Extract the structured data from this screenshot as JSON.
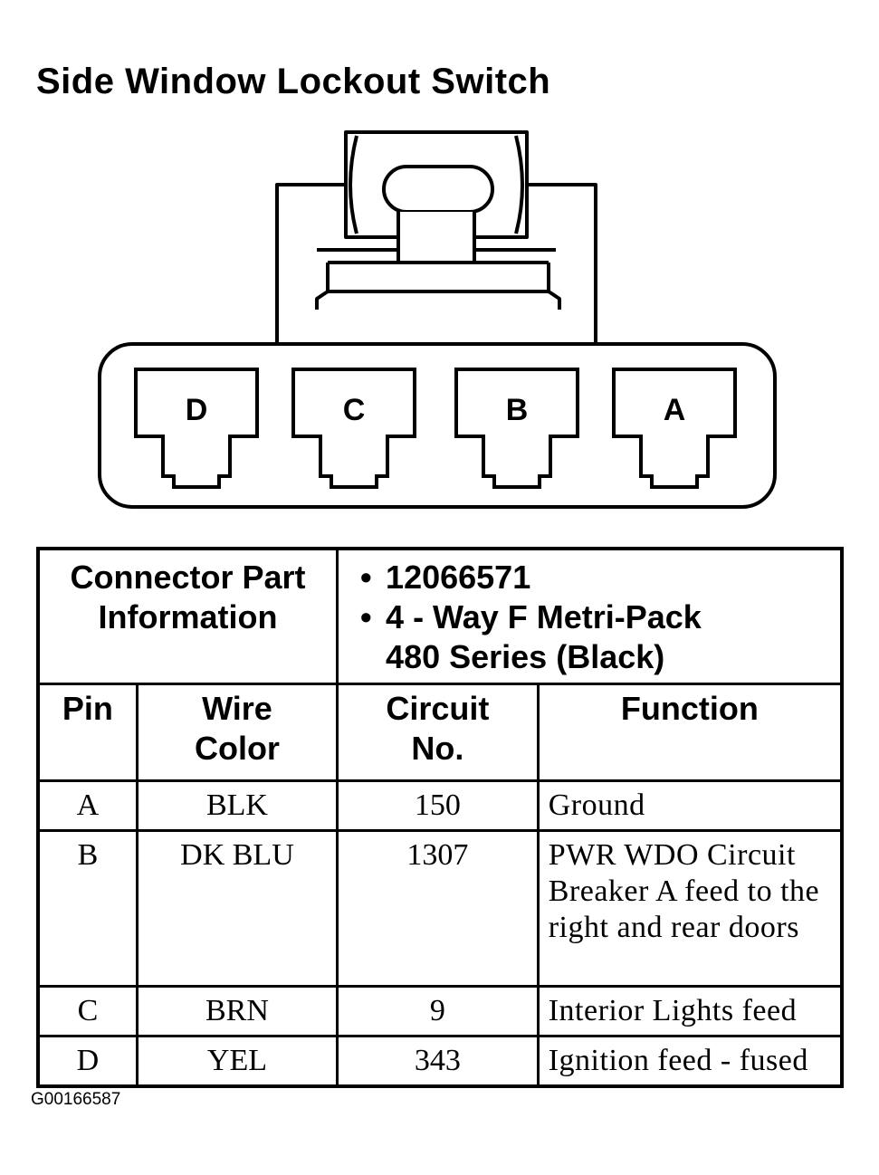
{
  "title": "Side Window Lockout Switch",
  "connector": {
    "cavities": [
      {
        "label": "D"
      },
      {
        "label": "C"
      },
      {
        "label": "B"
      },
      {
        "label": "A"
      }
    ]
  },
  "table": {
    "part_info_label": "Connector Part Information",
    "part_info_lines": [
      "12066571",
      "4 - Way F Metri-Pack",
      "480 Series (Black)"
    ],
    "headers": {
      "pin": "Pin",
      "wire_color": "Wire Color",
      "circuit_no": "Circuit No.",
      "function": "Function"
    },
    "rows": [
      {
        "pin": "A",
        "wire_color": "BLK",
        "circuit_no": "150",
        "function": "Ground"
      },
      {
        "pin": "B",
        "wire_color": "DK BLU",
        "circuit_no": "1307",
        "function": "PWR WDO Circuit Breaker A feed to the right and rear doors"
      },
      {
        "pin": "C",
        "wire_color": "BRN",
        "circuit_no": "9",
        "function": "Interior Lights feed"
      },
      {
        "pin": "D",
        "wire_color": "YEL",
        "circuit_no": "343",
        "function": "Ignition feed - fused"
      }
    ]
  },
  "figure_id": "G00166587"
}
